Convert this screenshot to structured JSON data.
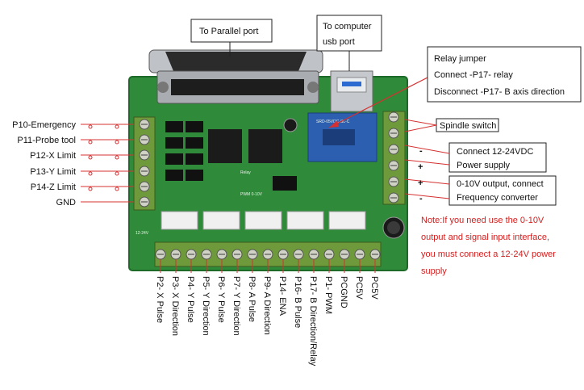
{
  "callouts": {
    "parallel_port": "To Parallel port",
    "usb_line1": "To computer",
    "usb_line2": "usb port",
    "relay_line1": "Relay jumper",
    "relay_line2": "Connect -P17- relay",
    "relay_line3": "Disconnect -P17- B axis direction",
    "spindle": "Spindle switch",
    "power_line1": "Connect 12-24VDC",
    "power_line2": "Power supply",
    "analog_line1": "0-10V output, connect",
    "analog_line2": "Frequency converter"
  },
  "polarity": {
    "minus": "-",
    "plus": "+"
  },
  "left_pins": [
    "P10-Emergency",
    "P11-Probe tool",
    "P12-X Limit",
    "P13-Y Limit",
    "P14-Z Limit",
    "GND"
  ],
  "bottom_pins": [
    "P2- X Pulse",
    "P3- X Direction",
    "P4- Y Pulse",
    "P5- Y Direction",
    "P6- Y Pulse",
    "P7- Y Direction",
    "P8- A Pulse",
    "P9- A Direction",
    "P14- ENA",
    "P16- B Pulse",
    "P17- B Direction/Relay",
    "P1- PWM",
    "PCGND",
    "PC5V",
    "PC5V"
  ],
  "note": [
    "Note:If you need use the 0-10V",
    "output and signal input interface,",
    "you must connect a 12-24V power",
    "supply"
  ],
  "board_marks": {
    "relay": "Relay",
    "pwm": "PWM 0-10V",
    "volt": "12-24V",
    "relay_model": "SRD-05VDC-SL-C"
  },
  "colors": {
    "pcb": "#2f8a3a",
    "connector_label_line": "#d63030",
    "note_text": "#d31f1f",
    "terminal_block": "#6f9a3c"
  }
}
